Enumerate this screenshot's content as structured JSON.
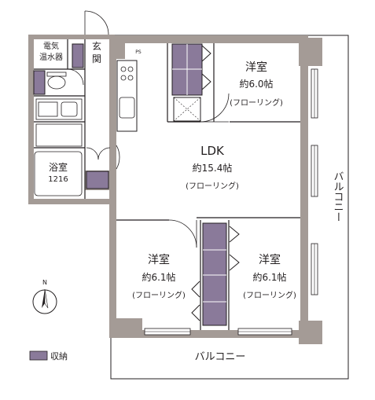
{
  "rooms": {
    "western_ne": {
      "name": "洋室",
      "size": "約6.0帖",
      "floor": "(フローリング)"
    },
    "ldk": {
      "name": "LDK",
      "size": "約15.4帖",
      "floor": "(フローリング)"
    },
    "western_sw": {
      "name": "洋室",
      "size": "約6.1帖",
      "floor": "(フローリング)"
    },
    "western_se": {
      "name": "洋室",
      "size": "約6.1帖",
      "floor": "(フローリング)"
    },
    "bath": {
      "name": "浴室",
      "size": "1216"
    }
  },
  "fixtures": {
    "water_heater": {
      "line1": "電気",
      "line2": "温水器"
    },
    "entrance": {
      "line1": "玄",
      "line2": "関"
    },
    "ps": "PS"
  },
  "balcony_east": "バルコニー",
  "balcony_south": "バルコニー",
  "compass_letter": "N",
  "legend": {
    "label": "収納",
    "swatch_color": "#8a7a9a"
  },
  "colors": {
    "wall": "#a49b96",
    "storage": "#8a7a9a",
    "window": "#ffffff",
    "line": "#231f20"
  }
}
